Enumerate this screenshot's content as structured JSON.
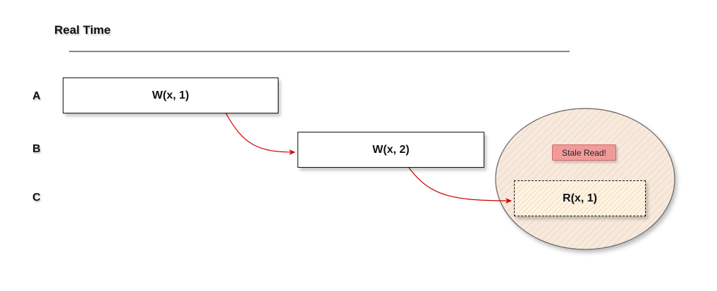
{
  "diagram": {
    "title": "Real Time",
    "rows": {
      "a": "A",
      "b": "B",
      "c": "C"
    },
    "operations": {
      "write_a": "W(x, 1)",
      "write_b": "W(x, 2)",
      "read_c": "R(x, 1)"
    },
    "annotation": "Stale Read!",
    "colors": {
      "arrow": "#cc0000",
      "highlight_fill": "#f6e9de",
      "highlight_hatch": "#f0c896",
      "badge_fill": "#f29a9a",
      "badge_border": "#d06a6a",
      "line": "#111111"
    }
  }
}
